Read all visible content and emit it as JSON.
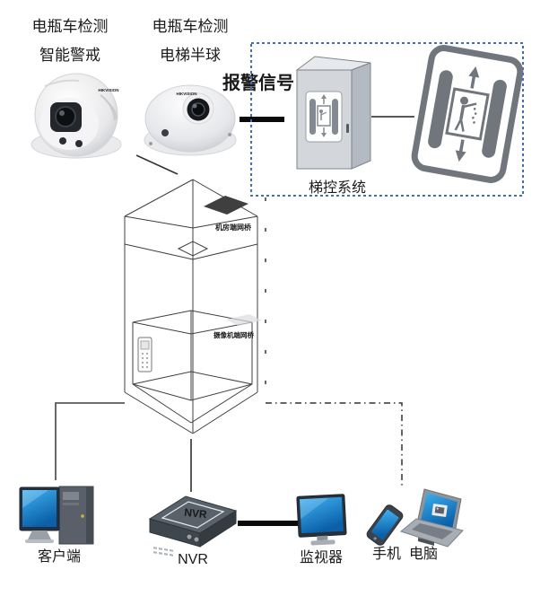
{
  "diagram": {
    "title_context": "elevator-ebike-detection-system",
    "labels": {
      "cam1_line1": "电瓶车检测",
      "cam1_line2": "智能警戒",
      "cam2_line1": "电瓶车检测",
      "cam2_line2": "电梯半球",
      "alarm": "报警信号",
      "elevator_control": "梯控系统",
      "bridge_machine_room": "机房端网桥",
      "bridge_camera_end": "摄像机端网桥",
      "client": "客户端",
      "nvr_badge": "NVR",
      "nvr": "NVR",
      "monitor": "监视器",
      "phone": "手机",
      "laptop": "电脑",
      "brand": "HIKVISION"
    },
    "colors": {
      "alarm_text": "#c00000",
      "dashed_box_border": "#3f6eb5",
      "wireframe_line": "#3f3f3f",
      "screen_blue_top": "#3fb1f0",
      "screen_blue_bottom": "#0b60a8",
      "device_gray": "#59626a",
      "sign_gray": "#71767d",
      "cabinet_front": "#d3d7dc"
    }
  }
}
